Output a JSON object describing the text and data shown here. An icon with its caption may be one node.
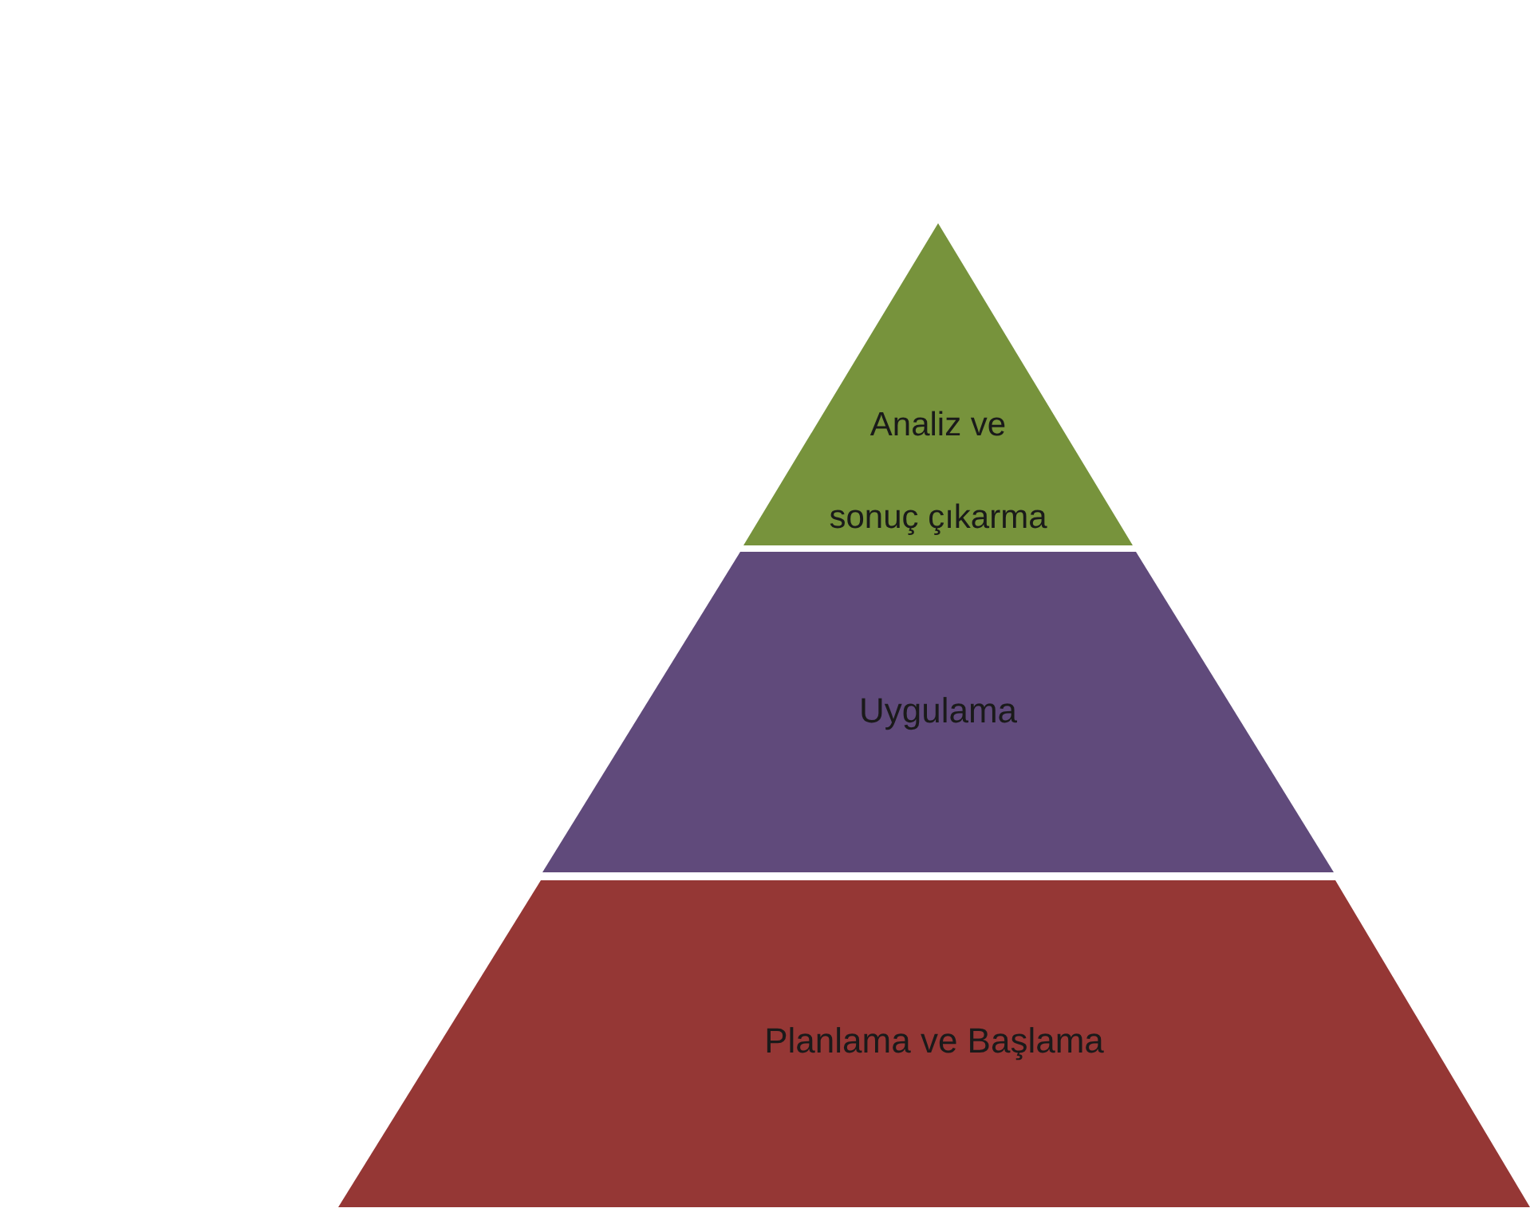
{
  "diagram": {
    "nodes": [
      {
        "text": [
          "Analiz ve sonuç çıkarma"
        ]
      },
      {
        "text": [
          "Uygulama"
        ]
      },
      {
        "text": [
          "Planlama ve Başlama"
        ]
      }
    ]
  }
}
